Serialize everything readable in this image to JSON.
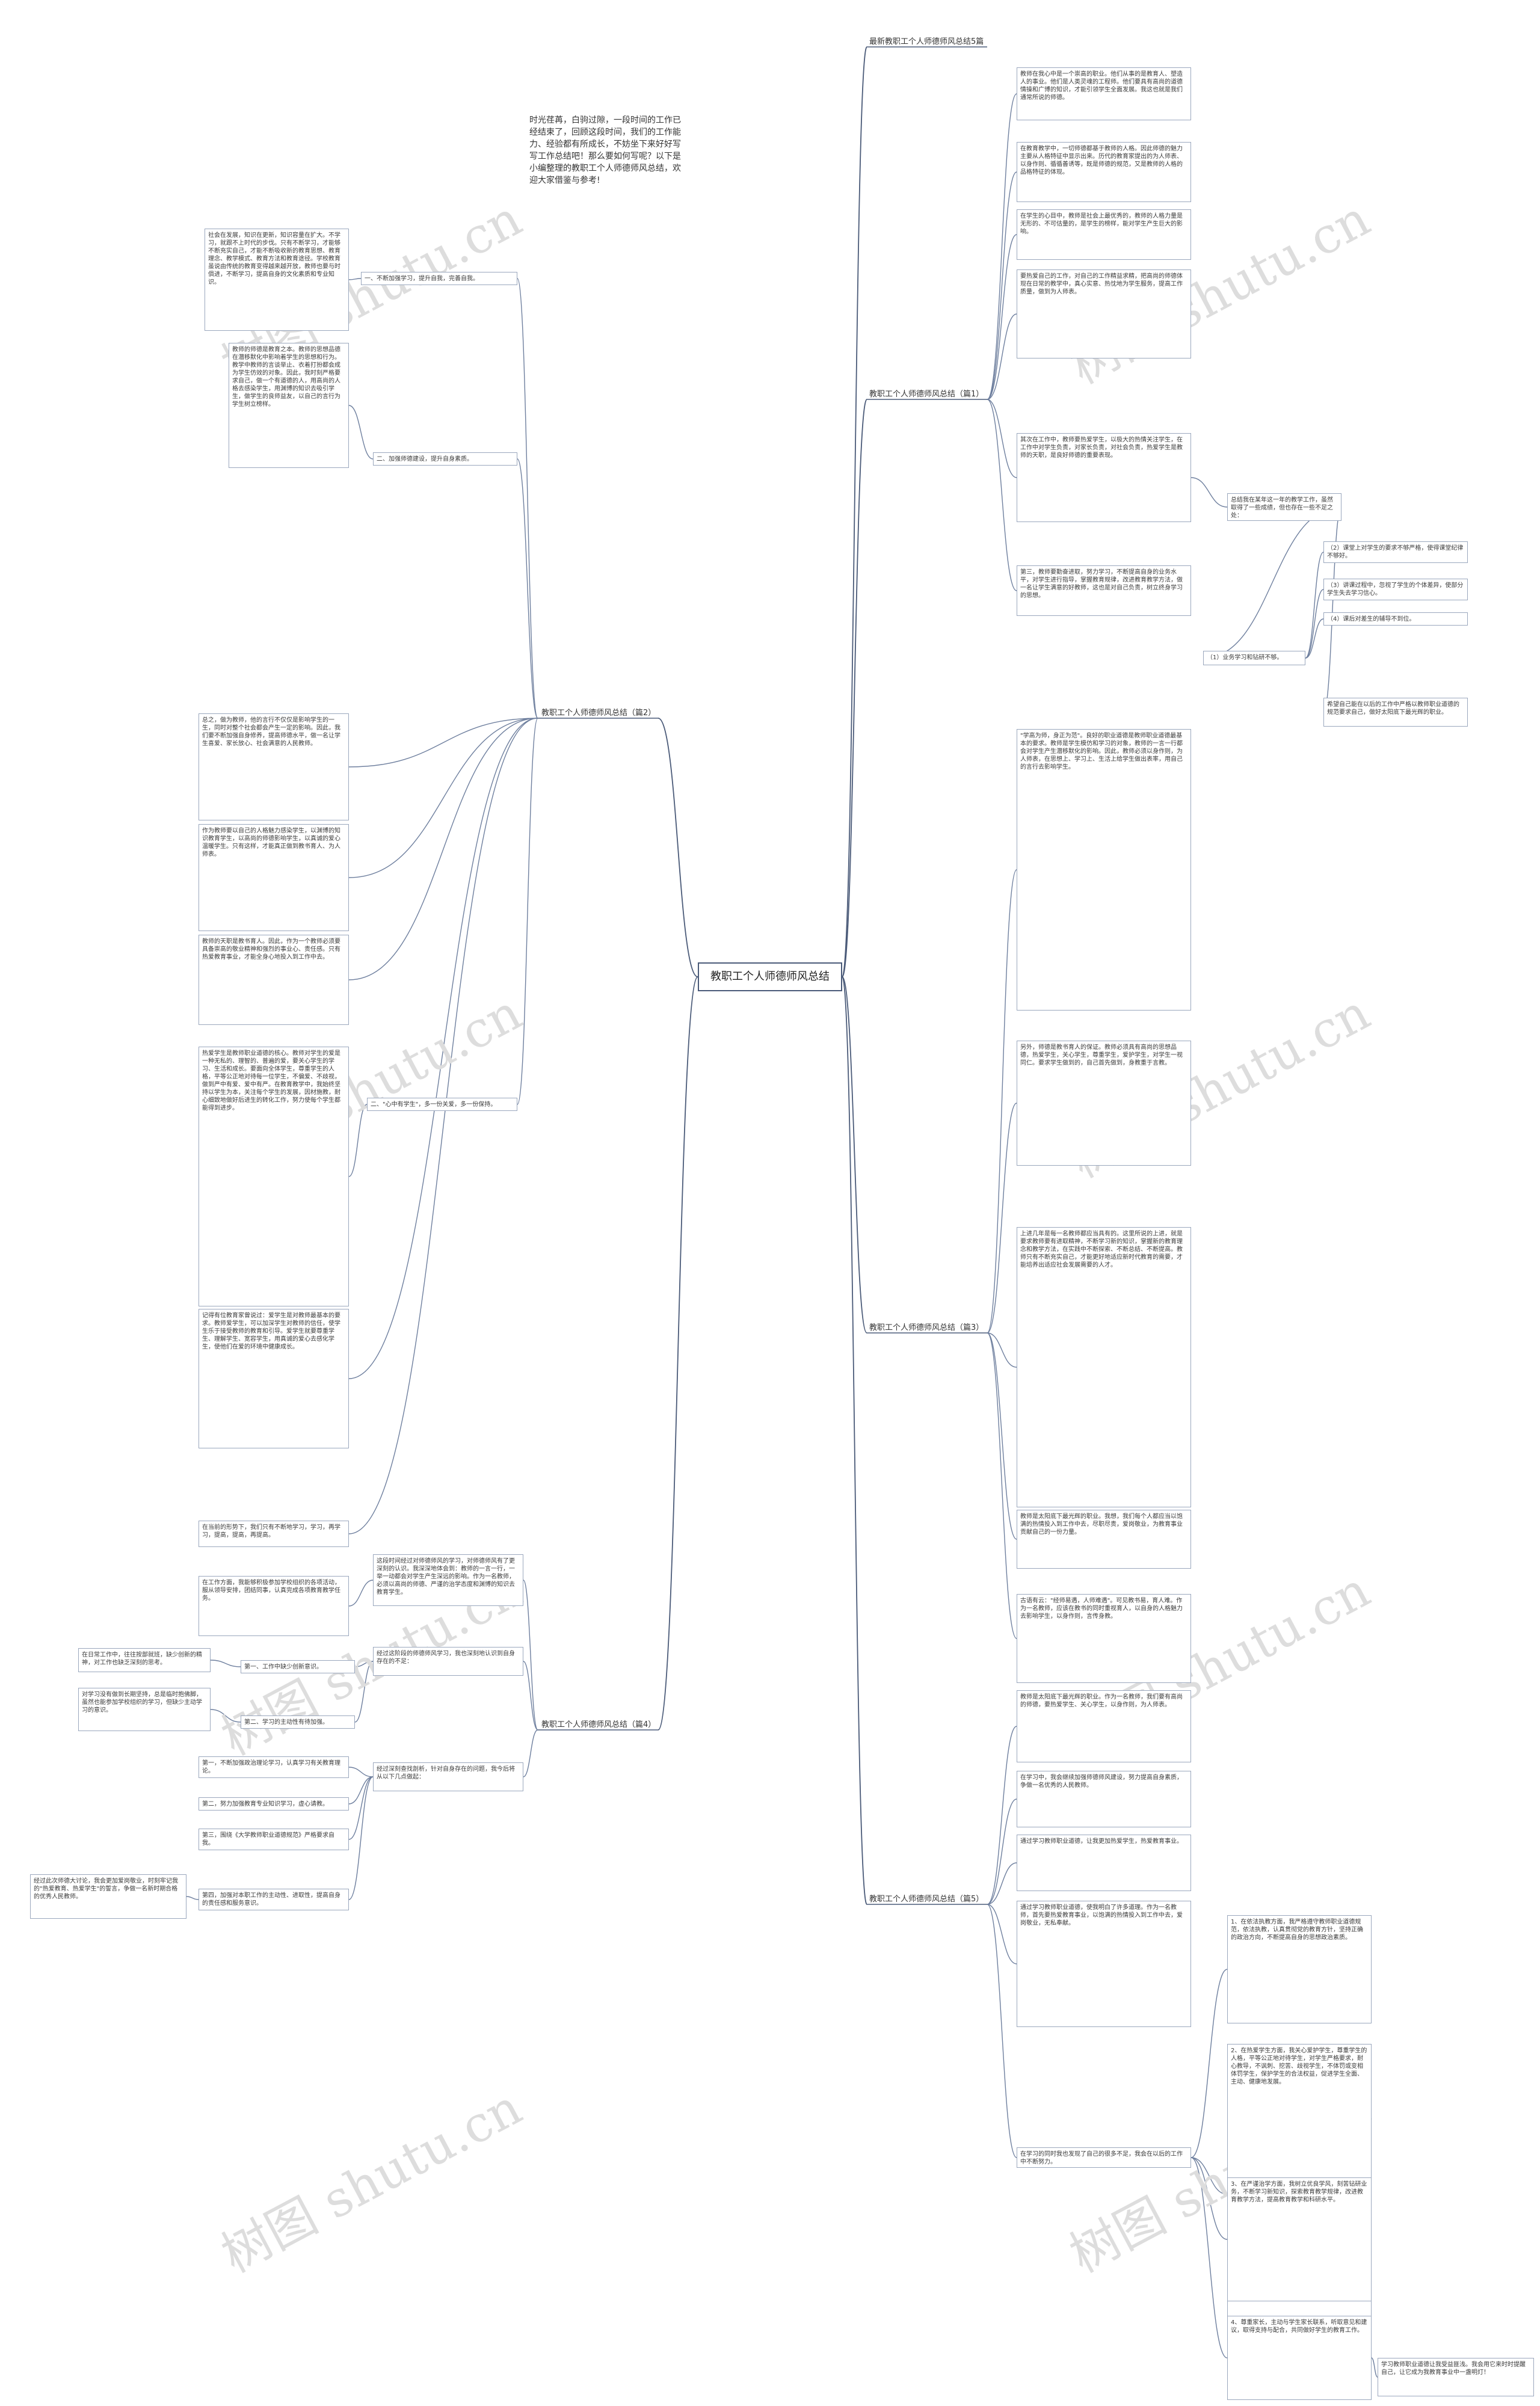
{
  "root": {
    "label": "教职工个人师德师风总结"
  },
  "intro": "时光荏苒，白驹过隙，一段时间的工作已经结束了，回顾这段时间，我们的工作能力、经验都有所成长，不妨坐下来好好写写工作总结吧！那么要如何写呢？以下是小编整理的教职工个人师德师风总结，欢迎大家借鉴与参考!",
  "branches": {
    "recommend": "最新教职工个人师德师风总结5篇",
    "p1": "教职工个人师德师风总结（篇1）",
    "p2": "教职工个人师德师风总结（篇2）",
    "p3": "教职工个人师德师风总结（篇3）",
    "p4": "教职工个人师德师风总结（篇4）",
    "p5": "教职工个人师德师风总结（篇5）"
  },
  "p1": {
    "paras": [
      "教师在我心中是一个崇高的职业。他们从事的是教育人、塑造人的事业。他们是人类灵魂的工程师。他们要具有高尚的道德情操和广博的知识，才能引领学生全面发展。我这也就是我们通常所说的师德。",
      "在教育教学中，一切师德都基于教师的人格。因此师德的魅力主要从人格特征中显示出来。历代的教育家提出的为人师表、以身作则、循循善诱等，既是师德的规范，又是教师的人格的品格特征的体现。",
      "在学生的心目中，教师是社会上最优秀的，教师的人格力量是无形的、不可估量的，是学生的榜样，能对学生产生巨大的影响。",
      "要热爱自己的工作，对自己的工作精益求精，把高尚的师德体现在日常的教学中，真心实意、热忱地为学生服务，提高工作质量，做到为人师表。",
      "其次在工作中，教师要热爱学生，以极大的热情关注学生，在工作中对学生负责，对家长负责，对社会负责，热爱学生是教师的天职，是良好师德的重要表现。",
      "第三，教师要勤奋进取，努力学习，不断提高自身的业务水平，对学生进行指导，掌握教育规律，改进教育教学方法，做一名让学生满意的好教师，这也是对自己负责，树立终身学习的思想。"
    ],
    "summary_intro": "总结我在某年这一年的教学工作，虽然取得了一些成绩，但也存在一些不足之处：",
    "improve_title": "（1）业务学习和钻研不够。",
    "improve": [
      "（2）课堂上对学生的要求不够严格，使得课堂纪律不够好。",
      "（3）讲课过程中，忽视了学生的个体差异，使部分学生失去学习信心。",
      "（4）课后对差生的辅导不到位。"
    ],
    "hope": "希望自己能在以后的工作中严格以教师职业道德的规范要求自己，做好太阳底下最光辉的职业。"
  },
  "p2": {
    "sections": [
      {
        "title": "一、不断加强学习，提升自我，完善自我。",
        "text": "社会在发展，知识在更新，知识容量在扩大。不学习，就跟不上时代的步伐。只有不断学习，才能够不断充实自己，才能不断吸收新的教育思想、教育理念、教学模式、教育方法和教育途径。学校教育虽说由传统的教育变得越来越开放，教师也要与时俱进，不断学习，提高自身的文化素质和专业知识。"
      },
      {
        "title": "二、加强师德建设，提升自身素质。",
        "text": "教师的师德是教育之本。教师的思想品德在潜移默化中影响着学生的思想和行为。教学中教师的言谈举止、衣着打扮都会成为学生仿效的对象。因此，我时刻严格要求自己，做一个有道德的人，用高尚的人格去感染学生，用渊博的知识去吸引学生，做学生的良师益友，以自己的言行为学生树立榜样。"
      },
      {
        "title": "二、\"心中有学生\"，多一份关爱，多一份保持。",
        "text": "热爱学生是教师职业道德的核心。教师对学生的爱是一种无私的、理智的、普遍的爱，要关心学生的学习、生活和成长。要面向全体学生，尊重学生的人格，平等公正地对待每一位学生，不偏爱、不歧视，做到严中有爱、爱中有严。在教育教学中，我始终坚持以学生为本，关注每个学生的发展，因材施教，耐心细致地做好后进生的转化工作，努力使每个学生都能得到进步。"
      }
    ],
    "paras": [
      "总之，做为教师，他的言行不仅仅是影响学生的一生，同时对整个社会都会产生一定的影响。因此，我们要不断加强自身修养，提高师德水平，做一名让学生喜爱、家长放心、社会满意的人民教师。",
      "作为教师要以自己的人格魅力感染学生，以渊博的知识教育学生，以高尚的师德影响学生，以真诚的爱心温暖学生。只有这样，才能真正做到教书育人、为人师表。",
      "教师的天职是教书育人。因此，作为一个教师必须要具备崇高的敬业精神和强烈的事业心、责任感。只有热爱教育事业，才能全身心地投入到工作中去。",
      "记得有位教育家曾说过：爱学生是对教师最基本的要求。教师爱学生，可以加深学生对教师的信任，使学生乐于接受教师的教育和引导。爱学生就要尊重学生、理解学生、宽容学生，用真诚的爱心去感化学生，使他们在爱的环境中健康成长。"
    ],
    "closing": "在当前的形势下，我们只有不断地学习，学习，再学习，提高，提高，再提高。"
  },
  "p3": {
    "paras": [
      "\"学高为师，身正为范\"。良好的职业道德是教师职业道德最基本的要求。教师是学生模仿和学习的对象，教师的一言一行都会对学生产生潜移默化的影响。因此，教师必须以身作则，为人师表，在思想上、学习上、生活上给学生做出表率，用自己的言行去影响学生。",
      "另外，师德是教书育人的保证。教师必须具有高尚的思想品德，热爱学生，关心学生，尊重学生，爱护学生，对学生一视同仁。要求学生做到的，自己首先做到，身教重于言教。",
      "上进几年是每一名教师都应当具有的。这里所说的上进，就是要求教师要有进取精神，不断学习新的知识，掌握新的教育理念和教学方法，在实践中不断探索、不断总结、不断提高。教师只有不断充实自己，才能更好地适应新时代教育的需要，才能培养出适应社会发展需要的人才。",
      "教师是太阳底下最光辉的职业。我想，我们每个人都应当以饱满的热情投入到工作中去，尽职尽责，爱岗敬业，为教育事业贡献自己的一份力量。",
      "古语有云：\"经师易遇，人师难遇\"。可见教书易，育人难。作为一名教师，应该在教书的同时重视育人，以自身的人格魅力去影响学生，以身作则，言传身教。"
    ]
  },
  "p4": {
    "intro": "这段时间经过对师德师风的学习，对师德师风有了更深刻的认识。我深深地体会到：教师的一言一行，一举一动都会对学生产生深远的影响。作为一名教师，必须以高尚的师德、严谨的治学态度和渊博的知识去教育学生。",
    "work_intro": "在工作方面，我能够积极参加学校组织的各项活动，服从领导安排，团结同事，认真完成各项教育教学任务。",
    "lacks_intro": "经过这阶段的师德师风学习，我也深刻地认识到自身存在的不足：",
    "lacks": [
      {
        "title": "第一、工作中缺少创新意识。",
        "detail": "在日常工作中，往往按部就班，缺少创新的精神，对工作也缺乏深刻的思考。"
      },
      {
        "title": "第二、学习的主动性有待加强。",
        "detail": "对学习没有做到长期坚持，总是临时抱佛脚，虽然也能参加学校组织的学习，但缺少主动学习的意识。"
      }
    ],
    "plans_intro": "经过深刻查找剖析，针对自身存在的问题，我今后将从以下几点做起：",
    "plans": [
      "第一，不断加强政治理论学习，认真学习有关教育理论。",
      "第二，努力加强教育专业知识学习，虚心请教。",
      "第三，围绕《大学教师职业道德规范》严格要求自我。",
      "第四，加强对本职工作的主动性、进取性，提高自身的责任感和服务意识。"
    ],
    "plan4_detail": "经过此次师德大讨论，我会更加爱岗敬业，时刻牢记我的\"热爱教育、热爱学生\"的誓言，争做一名新时期合格的优秀人民教师。"
  },
  "p5": {
    "paras": [
      "教师是太阳底下最光辉的职业。作为一名教师，我们要有高尚的师德，要热爱学生、关心学生，以身作则，为人师表。",
      "在学习中，我会继续加强师德师风建设，努力提高自身素质，争做一名优秀的人民教师。",
      "通过学习教师职业道德，让我更加热爱学生，热爱教育事业。",
      "通过学习教师职业道德，使我明白了许多道理。作为一名教师，首先要热爱教育事业，以饱满的热情投入到工作中去，爱岗敬业，无私奉献。",
      "在学习的同时我也发现了自己的很多不足，我会在以后的工作中不断努力。"
    ],
    "points": [
      "1、在依法执教方面，我严格遵守教师职业道德规范，依法执教，认真贯彻党的教育方针，坚持正确的政治方向，不断提高自身的思想政治素质。",
      "2、在热爱学生方面，我关心爱护学生，尊重学生的人格，平等公正地对待学生，对学生严格要求，耐心教导，不讽刺、挖苦、歧视学生，不体罚或变相体罚学生，保护学生的合法权益，促进学生全面、主动、健康地发展。",
      "3、在严谨治学方面，我树立优良学风，刻苦钻研业务，不断学习新知识，探索教育教学规律，改进教育教学方法，提高教育教学和科研水平。",
      "4、尊重家长，主动与学生家长联系，听取意见和建议，取得支持与配合，共同做好学生的教育工作。"
    ],
    "closing": "学习教师职业道德让我受益匪浅。我会用它来时时提醒自己，让它成为我教育事业中一盏明灯！"
  }
}
